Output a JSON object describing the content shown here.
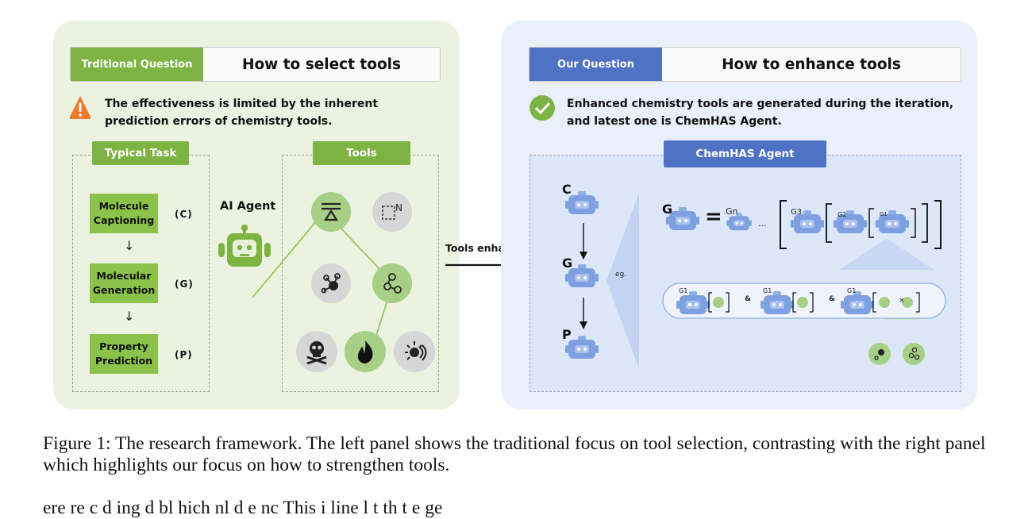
{
  "left": {
    "tag": "Trditional Question",
    "title": "How to select tools",
    "note": "The effectiveness is limited by the inherent prediction errors of chemistry tools.",
    "typical_task_label": "Typical Task",
    "tools_label": "Tools",
    "agent_label": "AI Agent",
    "tasks": [
      {
        "name": "Molecule Captioning",
        "code": "(C)"
      },
      {
        "name": "Molecular Generation",
        "code": "(G)"
      },
      {
        "name": "Property Prediction",
        "code": "(P)"
      }
    ],
    "tool_n_label": "N"
  },
  "middle": {
    "arrow_label": "Tools enhanced"
  },
  "right": {
    "tag": "Our Question",
    "title": "How to enhance tools",
    "note": "Enhanced chemistry tools are generated during the iteration, and latest one is ChemHAS Agent.",
    "agent_box_label": "ChemHAS Agent",
    "chain": [
      "C",
      "G",
      "P"
    ],
    "eg_label": "eg.",
    "formula": {
      "lhs": "G",
      "gn": "Gn",
      "ellipsis": "...",
      "g3": "G3",
      "g2": "G2",
      "g1": "G1"
    },
    "combo": {
      "g1": "G1",
      "amp": "&",
      "times": "×"
    }
  },
  "caption": "Figure 1: The research framework. The left panel shows the traditional focus on tool selection, contrasting with the right panel which highlights our focus on how to strengthen tools.",
  "body_text_fragment": "ere                 re    c   d  ing   d bl   hich    nl   d  e     nc      This i   line  l  t   th  t  e  ge"
}
